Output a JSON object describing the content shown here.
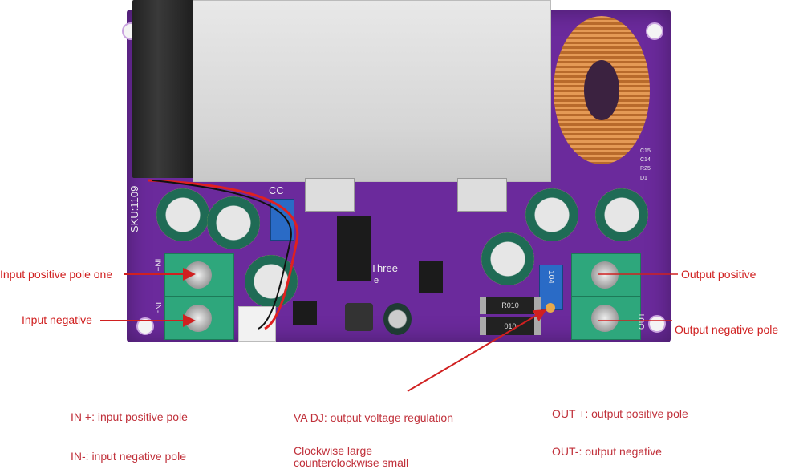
{
  "board": {
    "silkscreen": {
      "sku": "SKU:1109",
      "cc": "CC",
      "overlay_text": "Three",
      "overlay_text_2": "e",
      "resistor_1": "R010",
      "resistor_2": "010",
      "pot_value": "104",
      "vadj": "VADJ",
      "in_plus": "IN+",
      "in_minus": "IN-",
      "out": "OUT",
      "c15": "C15",
      "c14": "C14",
      "r25": "R25",
      "d1": "D1"
    }
  },
  "callouts": {
    "input_positive": "Input positive pole one",
    "input_negative": "Input negative",
    "output_positive": "Output positive",
    "output_negative": "Output negative pole"
  },
  "legend": {
    "in_plus": "IN +: input positive pole",
    "in_minus": "IN-: input negative pole",
    "vadj": "VA DJ: output voltage regulation",
    "vadj_note_1": "Clockwise large",
    "vadj_note_2": "counterclockwise small",
    "out_plus": "OUT +: output positive pole",
    "out_minus": "OUT-: output negative"
  },
  "colors": {
    "annotation": "#d02020",
    "board": "#6b2a9c",
    "terminal": "#2ea77c"
  }
}
